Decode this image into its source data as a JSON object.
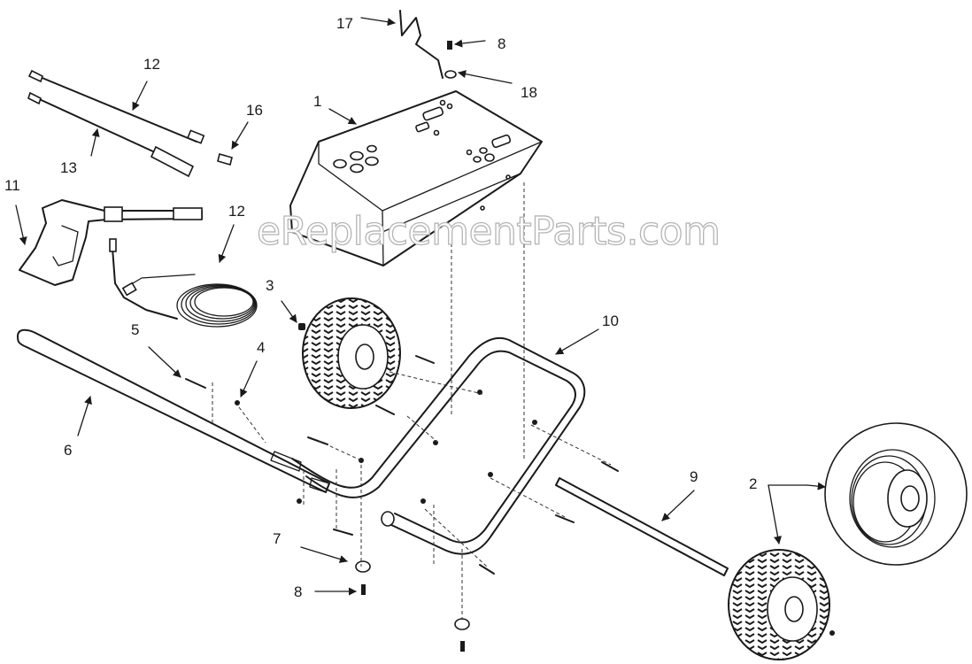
{
  "watermark": "eReplacementParts.com",
  "callouts": [
    {
      "id": "c1",
      "label": "1"
    },
    {
      "id": "c2",
      "label": "2"
    },
    {
      "id": "c3",
      "label": "3"
    },
    {
      "id": "c4",
      "label": "4"
    },
    {
      "id": "c5",
      "label": "5"
    },
    {
      "id": "c6",
      "label": "6"
    },
    {
      "id": "c7",
      "label": "7"
    },
    {
      "id": "c8a",
      "label": "8"
    },
    {
      "id": "c8b",
      "label": "8"
    },
    {
      "id": "c9",
      "label": "9"
    },
    {
      "id": "c10",
      "label": "10"
    },
    {
      "id": "c11",
      "label": "11"
    },
    {
      "id": "c12a",
      "label": "12"
    },
    {
      "id": "c12b",
      "label": "12"
    },
    {
      "id": "c13",
      "label": "13"
    },
    {
      "id": "c16",
      "label": "16"
    },
    {
      "id": "c17",
      "label": "17"
    },
    {
      "id": "c18",
      "label": "18"
    }
  ],
  "colors": {
    "line": "#1a1a1a",
    "watermark_outline": "#b5b5b5",
    "background": "#ffffff"
  },
  "icons": [
    "arrow-icon",
    "bolt-icon",
    "nut-icon",
    "washer-icon",
    "tire-icon"
  ]
}
